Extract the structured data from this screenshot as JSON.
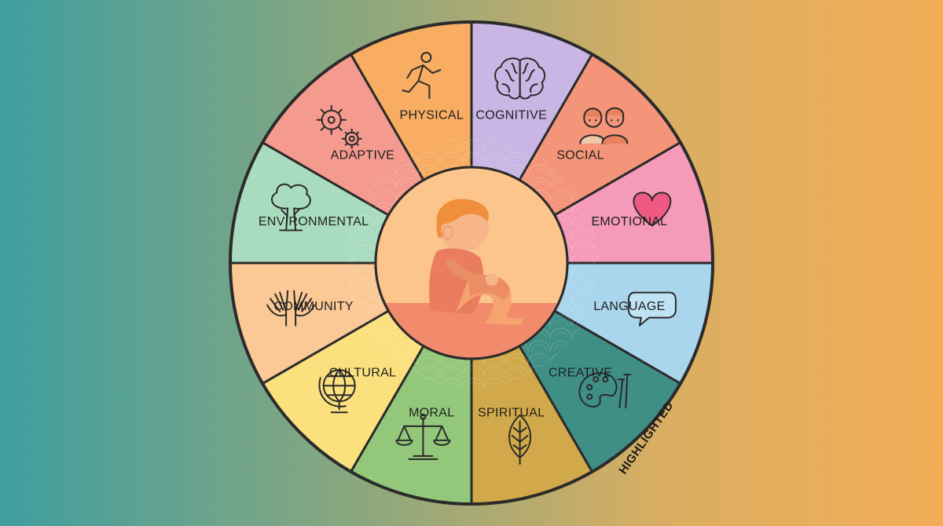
{
  "wheel": {
    "segments": [
      {
        "key": "cognitive",
        "label": "COGNITIVE",
        "color": "#c9b6e4",
        "icon": "brain-icon"
      },
      {
        "key": "social",
        "label": "SOCIAL",
        "color": "#f4957a",
        "icon": "children-icon"
      },
      {
        "key": "emotional",
        "label": "EMOTIONAL",
        "color": "#f59ab8",
        "icon": "heart-icon"
      },
      {
        "key": "language",
        "label": "LANGUAGE",
        "color": "#a9d6ec",
        "icon": "speech-bubble-icon"
      },
      {
        "key": "creative",
        "label": "CREATIVE",
        "color": "#3f8f87",
        "icon": "palette-icon"
      },
      {
        "key": "spiritual",
        "label": "SPIRITUAL",
        "color": "#d1a94a",
        "icon": "leaf-icon"
      },
      {
        "key": "moral",
        "label": "MORAL",
        "color": "#93c87a",
        "icon": "scales-icon"
      },
      {
        "key": "cultural",
        "label": "CULTURAL",
        "color": "#fbe07e",
        "icon": "globe-icon"
      },
      {
        "key": "community",
        "label": "COMMUNITY",
        "color": "#fbc996",
        "icon": "hands-icon"
      },
      {
        "key": "environmental",
        "label": "ENVIRONMENTAL",
        "color": "#a9dcbf",
        "icon": "tree-icon"
      },
      {
        "key": "adaptive",
        "label": "ADAPTIVE",
        "color": "#f49a8e",
        "icon": "gears-icon"
      },
      {
        "key": "physical",
        "label": "PHYSICAL",
        "color": "#f8ad62",
        "icon": "running-person-icon"
      }
    ],
    "highlight_label": "HIGHLIGHTED",
    "highlighted_segment": "creative",
    "center_icon": "sitting-child-icon",
    "colors": {
      "outline": "#2b2b2b",
      "center_top": "#fbc58c",
      "center_bottom": "#f28a6c"
    }
  }
}
